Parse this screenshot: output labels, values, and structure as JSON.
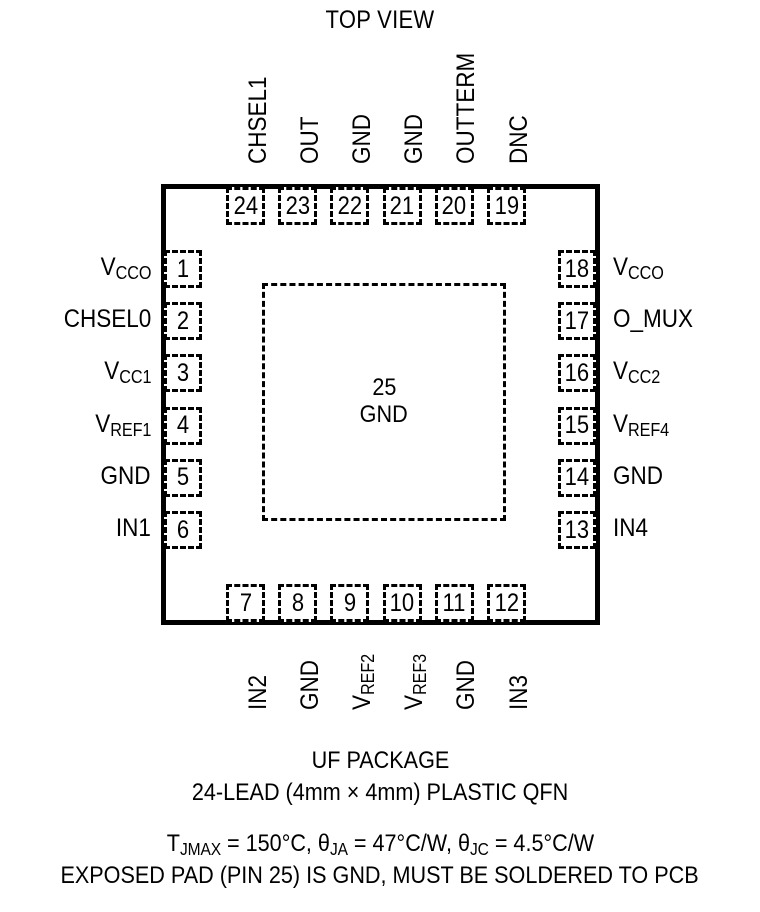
{
  "title": "TOP VIEW",
  "package": {
    "center_pad": {
      "number": "25",
      "name": "GND"
    }
  },
  "pins": {
    "left": [
      {
        "number": "1",
        "label": "V",
        "sub": "CCO"
      },
      {
        "number": "2",
        "label": "CHSEL0",
        "sub": ""
      },
      {
        "number": "3",
        "label": "V",
        "sub": "CC1"
      },
      {
        "number": "4",
        "label": "V",
        "sub": "REF1"
      },
      {
        "number": "5",
        "label": "GND",
        "sub": ""
      },
      {
        "number": "6",
        "label": "IN1",
        "sub": ""
      }
    ],
    "right": [
      {
        "number": "18",
        "label": "V",
        "sub": "CCO"
      },
      {
        "number": "17",
        "label": "O_MUX",
        "sub": ""
      },
      {
        "number": "16",
        "label": "V",
        "sub": "CC2"
      },
      {
        "number": "15",
        "label": "V",
        "sub": "REF4"
      },
      {
        "number": "14",
        "label": "GND",
        "sub": ""
      },
      {
        "number": "13",
        "label": "IN4",
        "sub": ""
      }
    ],
    "top": [
      {
        "number": "24",
        "label": "CHSEL1",
        "sub": ""
      },
      {
        "number": "23",
        "label": "OUT",
        "sub": ""
      },
      {
        "number": "22",
        "label": "GND",
        "sub": ""
      },
      {
        "number": "21",
        "label": "GND",
        "sub": ""
      },
      {
        "number": "20",
        "label": "OUTTERM",
        "sub": ""
      },
      {
        "number": "19",
        "label": "DNC",
        "sub": ""
      }
    ],
    "bottom": [
      {
        "number": "7",
        "label": "IN2",
        "sub": ""
      },
      {
        "number": "8",
        "label": "GND",
        "sub": ""
      },
      {
        "number": "9",
        "label": "V",
        "sub": "REF2"
      },
      {
        "number": "10",
        "label": "V",
        "sub": "REF3"
      },
      {
        "number": "11",
        "label": "GND",
        "sub": ""
      },
      {
        "number": "12",
        "label": "IN3",
        "sub": ""
      }
    ]
  },
  "footer": {
    "package_name": "UF PACKAGE",
    "package_desc": "24-LEAD (4mm × 4mm) PLASTIC QFN",
    "thermal_tjmax_label": "T",
    "thermal_tjmax_sub": "JMAX",
    "thermal_tjmax_value": " = 150°C, ",
    "thermal_ja_label": "θ",
    "thermal_ja_sub": "JA",
    "thermal_ja_value": " = 47°C/W, ",
    "thermal_jc_label": "θ",
    "thermal_jc_sub": "JC",
    "thermal_jc_value": " = 4.5°C/W",
    "exposed_pad_note": "EXPOSED PAD (PIN 25) IS GND, MUST BE SOLDERED TO PCB"
  },
  "colors": {
    "ink": "#000000",
    "background": "#ffffff"
  }
}
